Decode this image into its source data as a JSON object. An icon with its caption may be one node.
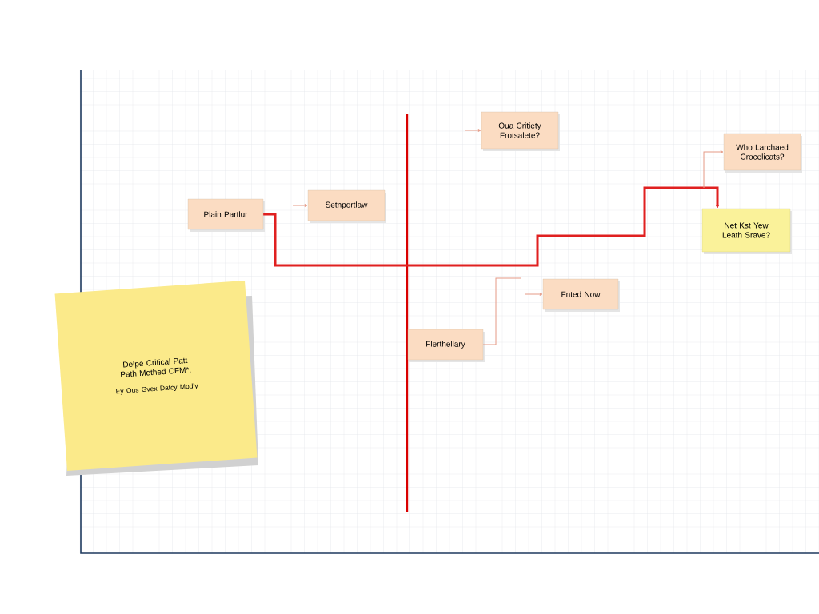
{
  "diagram": {
    "nodes": [
      {
        "text": [
          "Plain Partlur"
        ]
      },
      {
        "text": [
          "Setnportlaw"
        ]
      },
      {
        "text": [
          "Oua Critiety Frotsalete?"
        ]
      },
      {
        "text": [
          "Who Larchaed Crocelicats?"
        ]
      },
      {
        "text": [
          "Net Kst Yew Leath Srave?"
        ]
      },
      {
        "text": [
          "Fnted Now"
        ]
      },
      {
        "text": [
          "Flerthellary"
        ]
      },
      {
        "text": [
          "Delpe Critical Patt Path Methed CFM*.",
          "Ey Ous Gvex Datcy Modly"
        ]
      }
    ],
    "edges": [
      {
        "from": 0,
        "to": 4,
        "arrow": "to",
        "style": "thick",
        "color": "#e02020"
      },
      {
        "from": null,
        "to": 1,
        "arrow": "to"
      },
      {
        "from": null,
        "to": 2,
        "arrow": "to"
      },
      {
        "from": null,
        "to": 3,
        "arrow": "to"
      },
      {
        "from": 6,
        "to": null,
        "arrow": "none"
      },
      {
        "from": null,
        "to": 5,
        "arrow": "to"
      }
    ]
  }
}
